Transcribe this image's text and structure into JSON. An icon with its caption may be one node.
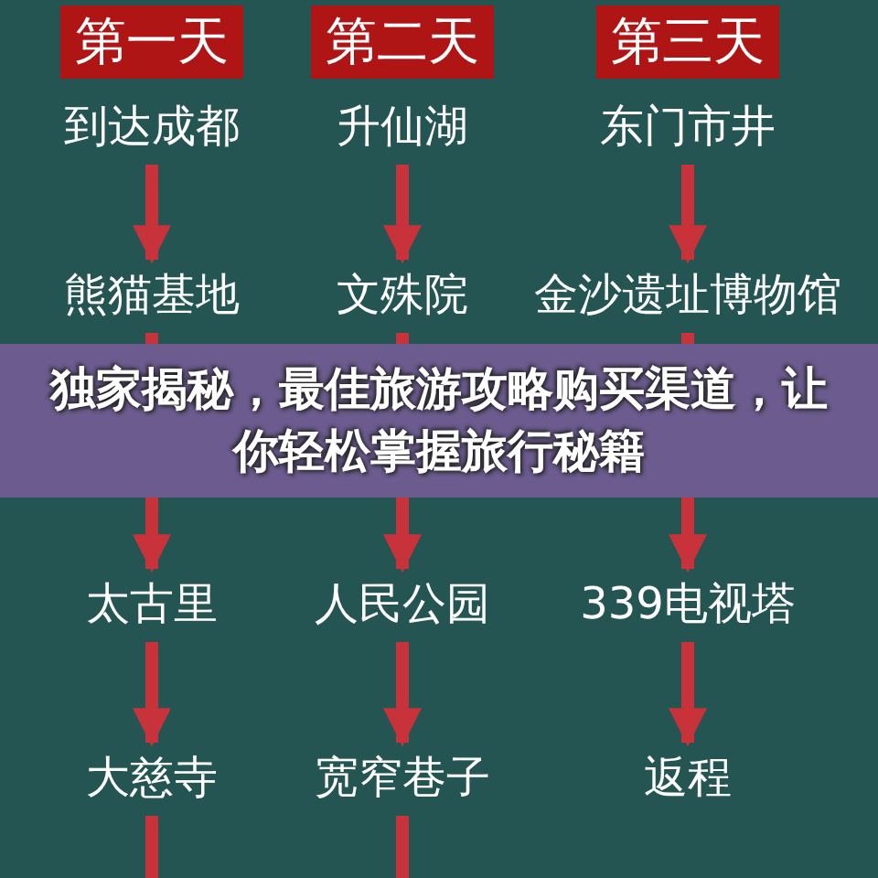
{
  "diagram": {
    "title": "独家揭秘，最佳旅游攻略购买渠道，让你轻松掌握旅行秘籍",
    "nodes": [
      {
        "text": [
          "第一天"
        ]
      },
      {
        "text": [
          "第二天"
        ]
      },
      {
        "text": [
          "第三天"
        ]
      },
      {
        "text": [
          "到达成都"
        ]
      },
      {
        "text": [
          "升仙湖"
        ]
      },
      {
        "text": [
          "东门市井"
        ]
      },
      {
        "text": [
          "熊猫基地"
        ]
      },
      {
        "text": [
          "文殊院"
        ]
      },
      {
        "text": [
          "金沙遗址博物馆"
        ]
      },
      {
        "text": [
          "太古里"
        ]
      },
      {
        "text": [
          "人民公园"
        ]
      },
      {
        "text": [
          "339电视塔"
        ]
      },
      {
        "text": [
          "大慈寺"
        ]
      },
      {
        "text": [
          "宽窄巷子"
        ]
      },
      {
        "text": [
          "返程"
        ]
      }
    ],
    "edges": [
      {
        "from": 3,
        "to": 6,
        "arrow": "to"
      },
      {
        "from": 4,
        "to": 7,
        "arrow": "to"
      },
      {
        "from": 5,
        "to": 8,
        "arrow": "to"
      },
      {
        "from": 6,
        "to": 9,
        "arrow": "to"
      },
      {
        "from": 7,
        "to": 10,
        "arrow": "to"
      },
      {
        "from": 8,
        "to": 11,
        "arrow": "to"
      },
      {
        "from": 9,
        "to": 12,
        "arrow": "to"
      },
      {
        "from": 10,
        "to": 13,
        "arrow": "to"
      },
      {
        "from": 11,
        "to": 14,
        "arrow": "to"
      },
      {
        "from": 12,
        "to": null,
        "arrow": "none"
      },
      {
        "from": 13,
        "to": null,
        "arrow": "none"
      }
    ]
  }
}
